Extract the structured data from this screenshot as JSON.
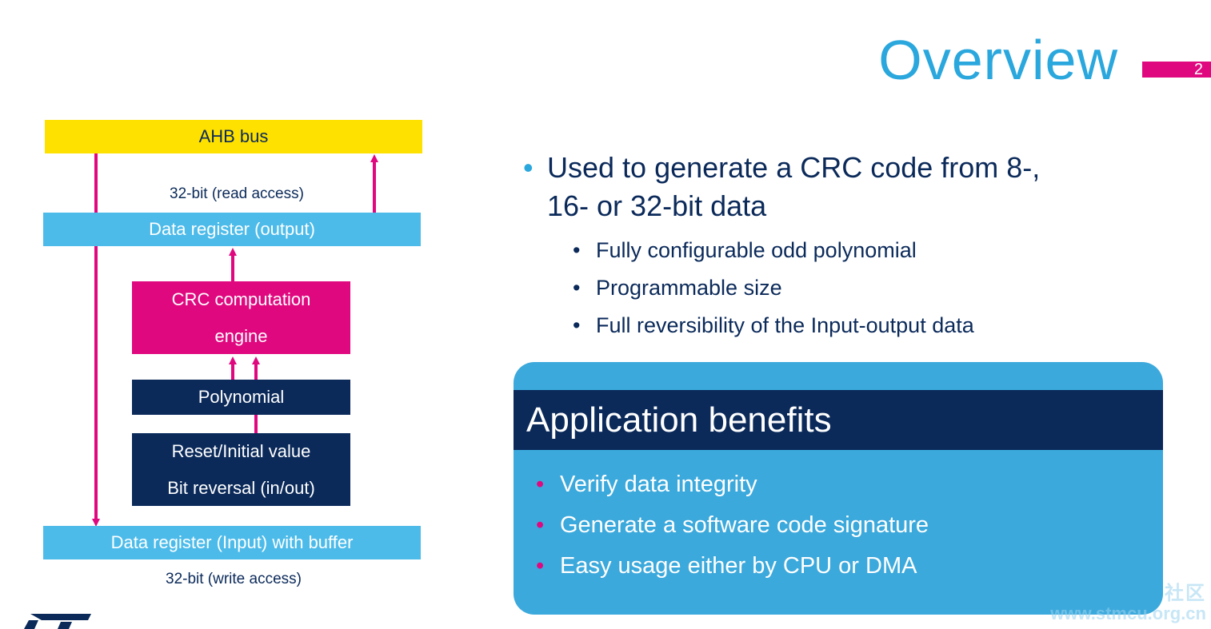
{
  "slide": {
    "title": "Overview",
    "page_number": "2"
  },
  "diagram": {
    "ahb_bus": "AHB bus",
    "read_access": "32-bit (read access)",
    "data_register_output": "Data register (output)",
    "crc_engine_line1": "CRC computation",
    "crc_engine_line2": "engine",
    "polynomial": "Polynomial",
    "reset_line1": "Reset/Initial value",
    "reset_line2": "Bit reversal (in/out)",
    "data_register_input": "Data register (Input) with buffer",
    "write_access": "32-bit (write access)",
    "colors": {
      "yellow": "#ffe100",
      "light_blue": "#4cbbea",
      "magenta": "#e0087f",
      "navy": "#0b2a5a"
    }
  },
  "content": {
    "main_bullet": "Used to generate a CRC code from 8-, 16- or 32-bit data",
    "sub_bullets": [
      "Fully configurable odd polynomial",
      "Programmable size",
      "Full reversibility of the Input-output data"
    ]
  },
  "benefits": {
    "heading": "Application benefits",
    "items": [
      "Verify data integrity",
      "Generate a software code signature",
      "Easy usage either by CPU or DMA"
    ]
  },
  "watermark": {
    "text_cn": "社区",
    "url": "www.stmcu.org.cn"
  },
  "logo": {
    "icon": "st-logo-icon"
  }
}
